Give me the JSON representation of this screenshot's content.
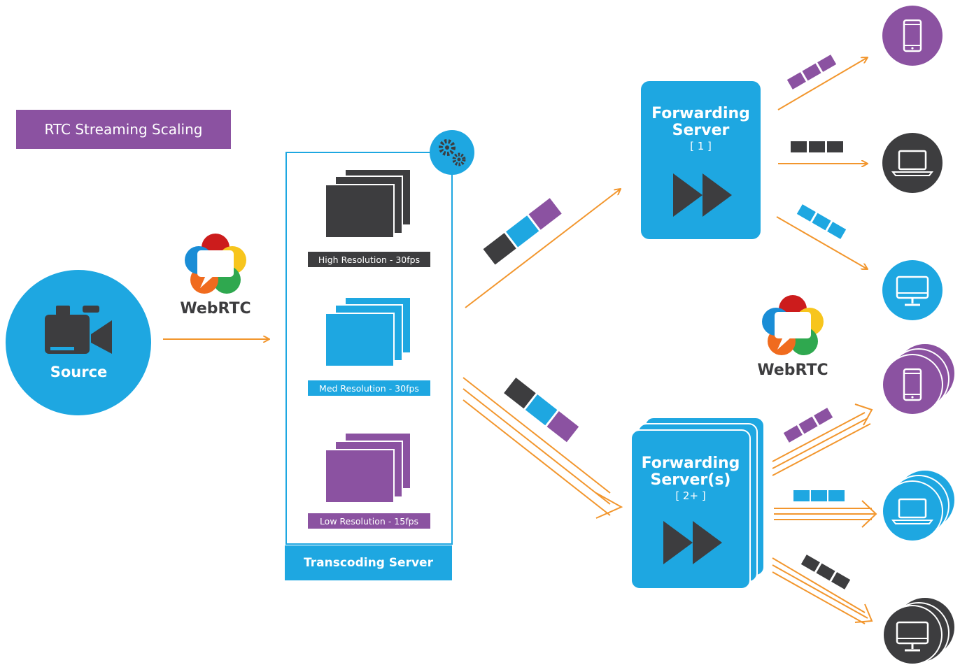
{
  "diagram": {
    "title": "RTC Streaming Scaling",
    "source": {
      "label": "Source",
      "icon": "video-camera-icon"
    },
    "webrtc_logos": [
      {
        "text": "WebRTC"
      },
      {
        "text": "WebRTC"
      }
    ],
    "transcoding_server": {
      "label": "Transcoding Server",
      "settings_icon": "gears-icon",
      "renditions": [
        {
          "label": "High Resolution - 30fps",
          "color": "#3d3d3f"
        },
        {
          "label": "Med Resolution - 30fps",
          "color": "#1ea7e1"
        },
        {
          "label": "Low Resolution - 15fps",
          "color": "#8b52a1"
        }
      ]
    },
    "forwarding_servers": [
      {
        "title_line1": "Forwarding",
        "title_line2": "Server",
        "count": "[ 1 ]",
        "icon": "fast-forward-icon"
      },
      {
        "title_line1": "Forwarding",
        "title_line2": "Server(s)",
        "count": "[ 2+ ]",
        "icon": "fast-forward-icon"
      }
    ],
    "clients": [
      {
        "device": "phone-icon",
        "color": "#8b52a1"
      },
      {
        "device": "laptop-icon",
        "color": "#3d3d3f"
      },
      {
        "device": "monitor-icon",
        "color": "#1ea7e1"
      },
      {
        "device": "phone-icon",
        "color": "#8b52a1"
      },
      {
        "device": "laptop-icon",
        "color": "#1ea7e1"
      },
      {
        "device": "monitor-icon",
        "color": "#3d3d3f"
      }
    ],
    "colors": {
      "blue": "#1ea7e1",
      "purple": "#8b52a1",
      "dark": "#3d3d3f",
      "arrow": "#f2962d"
    }
  }
}
